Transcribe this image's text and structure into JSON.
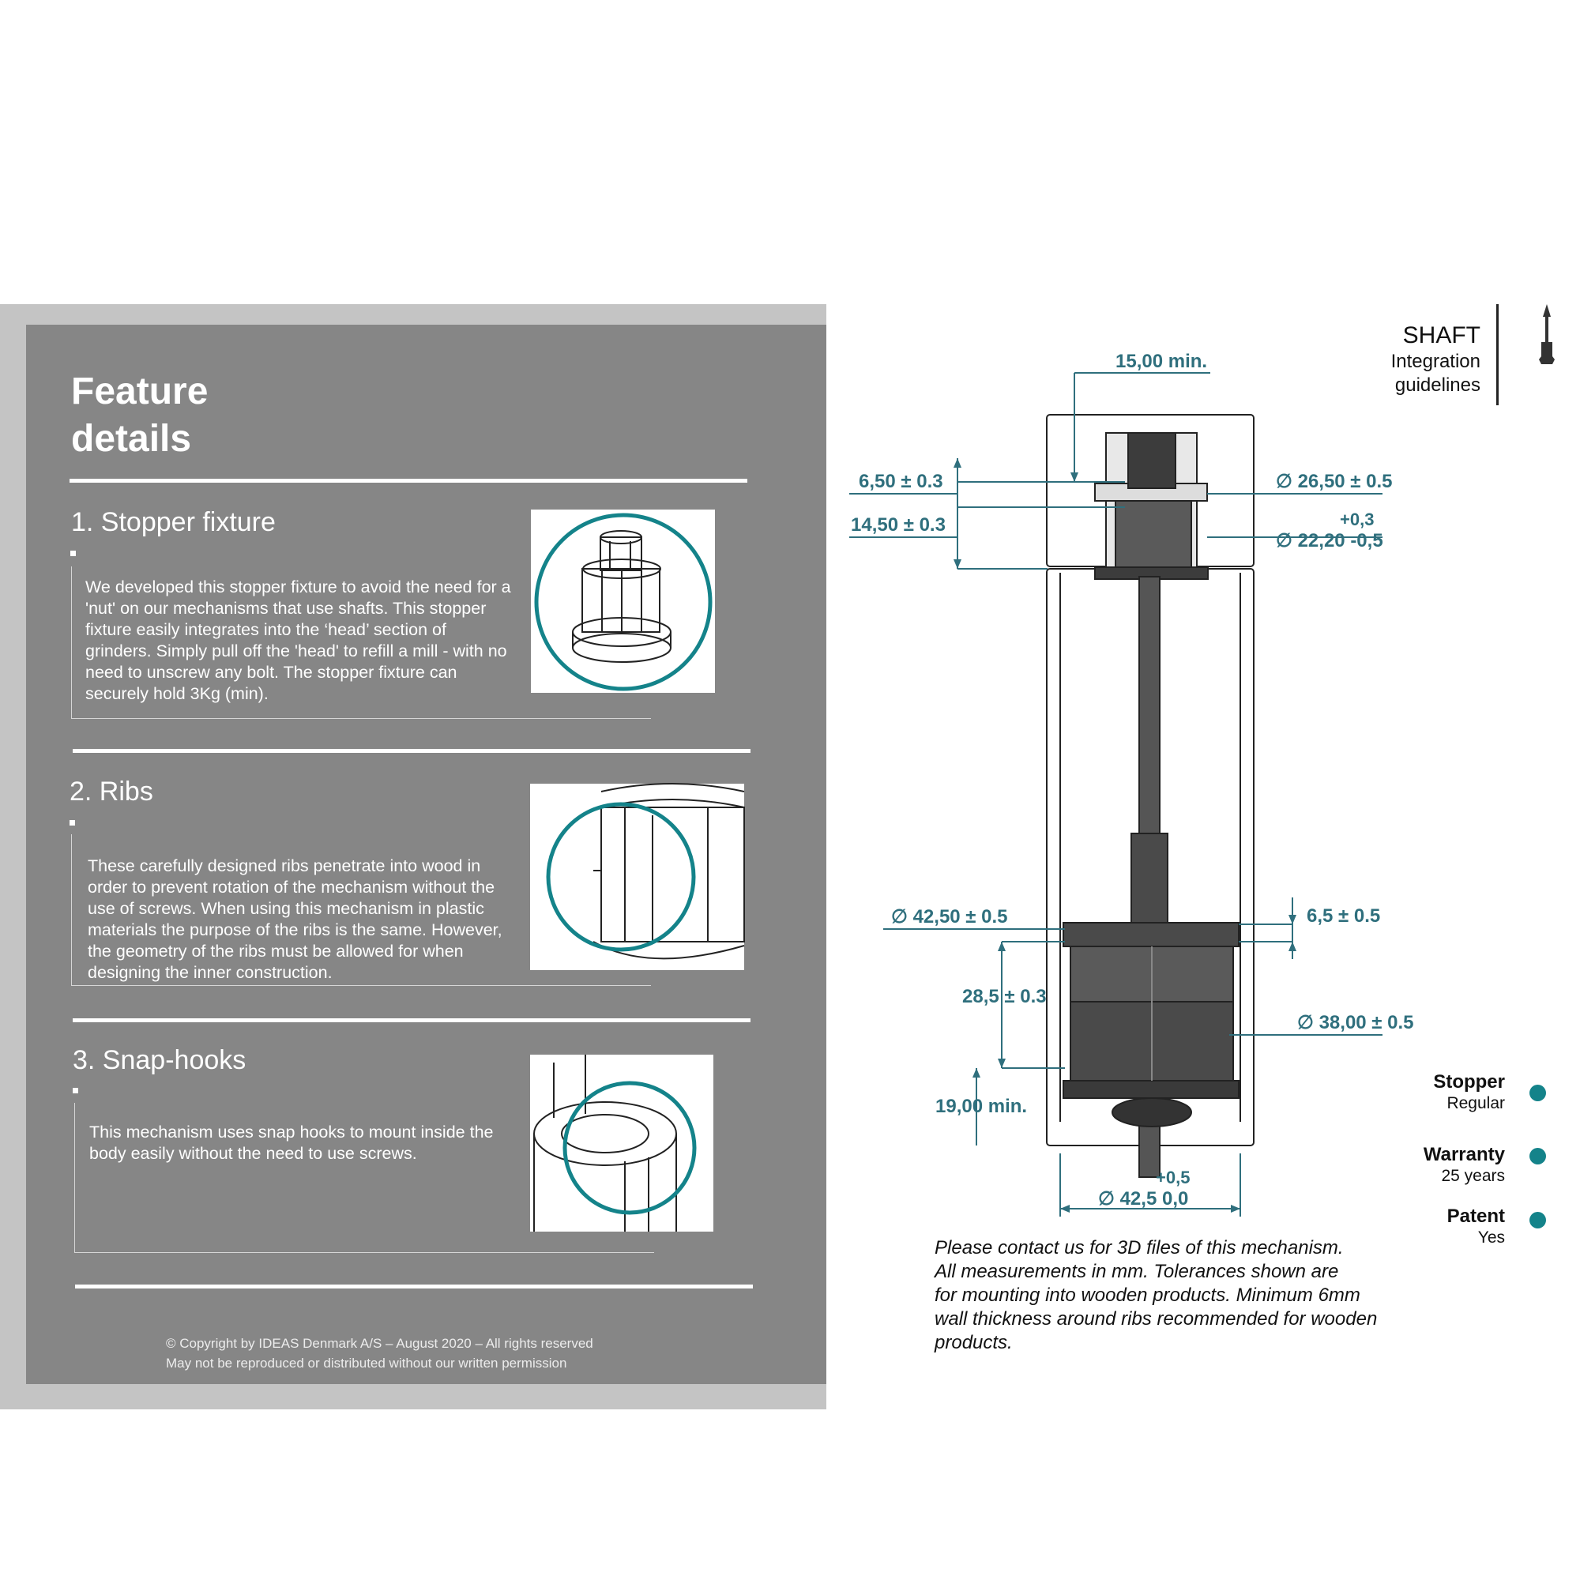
{
  "panel": {
    "title_line1": "Feature",
    "title_line2": "details",
    "sections": [
      {
        "title": "1. Stopper fixture",
        "body": "We developed this stopper fixture to avoid the need for a 'nut' on our mechanisms that use shafts. This stopper fixture easily integrates into the ‘head’ section of grinders. Simply pull off the 'head' to refill a mill - with no need to unscrew any bolt. The stopper fixture can securely hold 3Kg (min)."
      },
      {
        "title": "2. Ribs",
        "body": "These carefully designed ribs penetrate into wood in order to prevent rotation of the mechanism without the use of screws. When using this mechanism in plastic materials the purpose of the ribs is the same. However, the geometry of the ribs must be allowed for when designing the inner construction."
      },
      {
        "title": "3. Snap-hooks",
        "body": "This mechanism uses snap hooks to mount inside the body easily without the need to use screws."
      }
    ],
    "copyright_line1": "© Copyright by IDEAS Denmark A/S – August 2020 – All rights reserved",
    "copyright_line2": "May not be reproduced or distributed without our written permission"
  },
  "header": {
    "title": "SHAFT",
    "subtitle_line1": "Integration",
    "subtitle_line2": "guidelines"
  },
  "drawing": {
    "dim_top": "15,00 min.",
    "dim_left1": "6,50",
    "tol_left1": "0.3",
    "dim_left2": "14,50",
    "tol_left2": "0.3",
    "dim_right1": "26,50",
    "tol_right1": "0.5",
    "tol_right2_upper": "+0,3",
    "dim_right2": "22,20",
    "tol_right2_lower": "-0,5",
    "dim_d4250": "42,50",
    "tol_d4250": "0.5",
    "dim_65": "6,5",
    "tol_65": "0.5",
    "dim_285": "28,5",
    "tol_285": "0.3",
    "dim_38": "38,00",
    "tol_38": "0.5",
    "dim_19": "19,00 min.",
    "tol_bottom_upper": "+0,5",
    "dim_bottom": "42,5",
    "tol_bottom_lower": "0,0",
    "accent_color": "#2f6f7d"
  },
  "specs": [
    {
      "label": "Stopper",
      "value": "Regular"
    },
    {
      "label": "Warranty",
      "value": "25 years"
    },
    {
      "label": "Patent",
      "value": "Yes"
    }
  ],
  "note": {
    "line1": "Please contact us for 3D files of this mechanism.",
    "line2": "All measurements in mm. Tolerances shown are",
    "line3": "for mounting into wooden products. Minimum 6mm",
    "line4": "wall thickness around ribs recommended for wooden",
    "line5": "products."
  },
  "colors": {
    "panel": "#868686",
    "panel_border": "#c4c4c4",
    "teal": "#14838a"
  }
}
